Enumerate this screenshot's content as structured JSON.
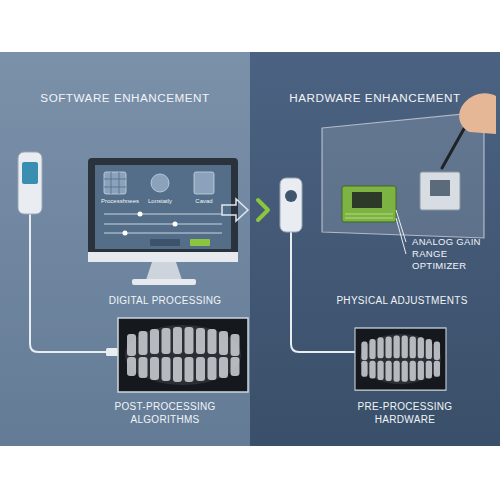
{
  "diagram": {
    "nodes": [
      {
        "text": [
          "SOFTWARE ENHANCEMENT"
        ]
      },
      {
        "text": [
          "HARDWARE ENHANCEMENT"
        ]
      }
    ],
    "labels": [
      "Processhnees",
      "Lonstatly",
      "Cavad",
      "DIGITAL PROCESSING",
      "POST-PROCESSING ALGORITHMS",
      "ANALOG GAIN RANGE OPTIMIZER",
      "PHYSICAL ADJUSTMENTS",
      "PRE-PROCESSING HARDWARE"
    ]
  }
}
